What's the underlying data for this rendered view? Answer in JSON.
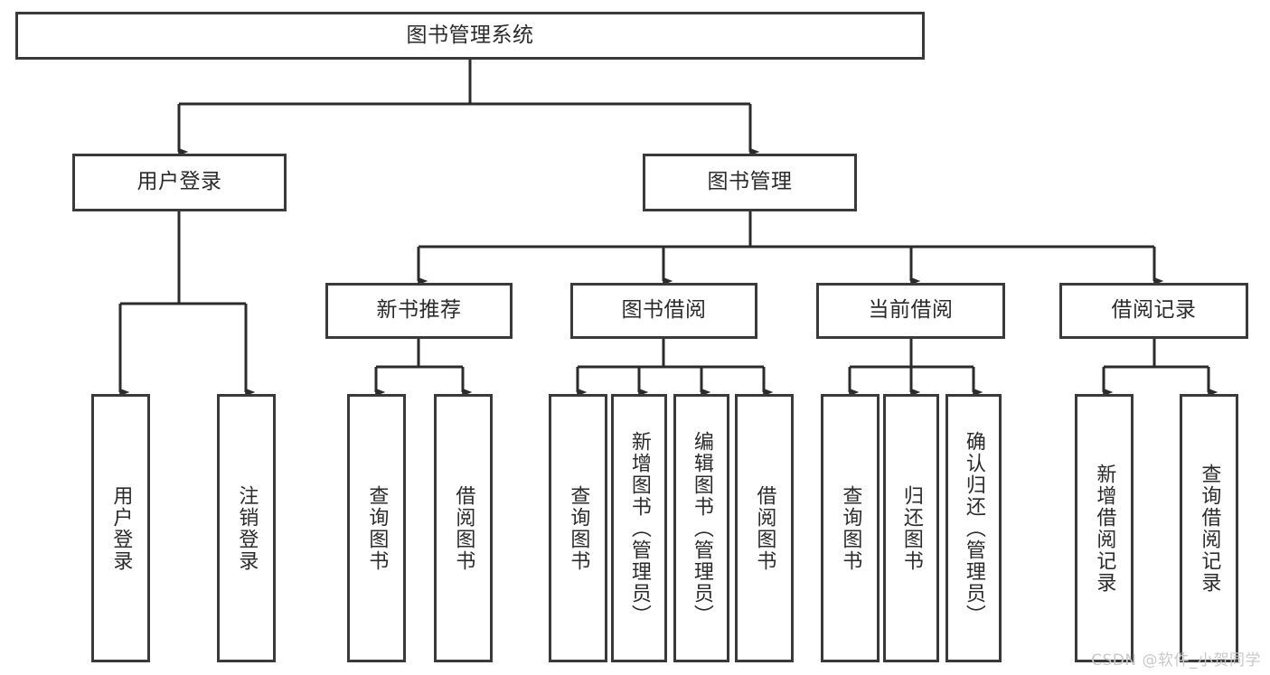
{
  "diagram": {
    "title": "图书管理系统",
    "type": "tree-hierarchy-diagram",
    "colors": {
      "stroke": "#3a3a3a",
      "text": "#2b2b2b",
      "background": "#ffffff",
      "watermark": "#c9c9c9"
    },
    "root": {
      "label": "图书管理系统"
    },
    "level1": [
      {
        "label": "用户登录"
      },
      {
        "label": "图书管理"
      }
    ],
    "level2": [
      {
        "label": "新书推荐"
      },
      {
        "label": "图书借阅"
      },
      {
        "label": "当前借阅"
      },
      {
        "label": "借阅记录"
      }
    ],
    "leaves": {
      "user_login": [
        {
          "label": "用户登录"
        },
        {
          "label": "注销登录"
        }
      ],
      "new_book_recommend": [
        {
          "label": "查询图书"
        },
        {
          "label": "借阅图书"
        }
      ],
      "book_borrow": [
        {
          "label": "查询图书"
        },
        {
          "label": "新增图书（管理员）"
        },
        {
          "label": "编辑图书（管理员）"
        },
        {
          "label": "借阅图书"
        }
      ],
      "current_borrow": [
        {
          "label": "查询图书"
        },
        {
          "label": "归还图书"
        },
        {
          "label": "确认归还（管理员）"
        }
      ],
      "borrow_record": [
        {
          "label": "新增借阅记录"
        },
        {
          "label": "查询借阅记录"
        }
      ]
    }
  },
  "watermark": {
    "text": "CSDN @软件_小贺同学"
  }
}
